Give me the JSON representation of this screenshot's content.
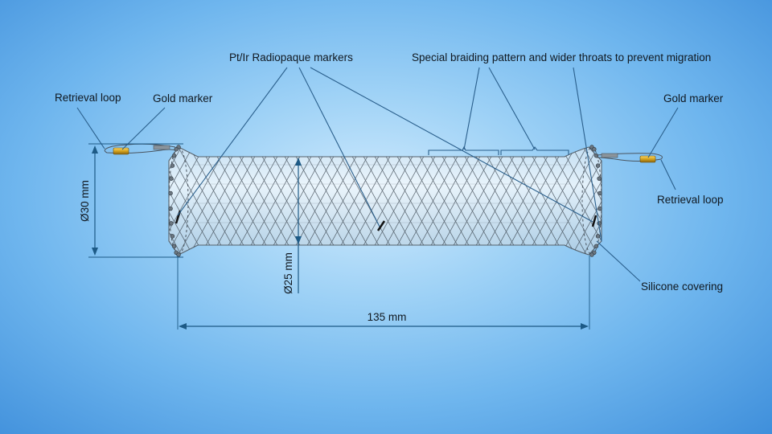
{
  "labels": {
    "pt_ir_markers": "Pt/Ir Radiopaque markers",
    "braiding": "Special braiding pattern and wider throats to prevent migration",
    "retrieval_loop_left": "Retrieval loop",
    "gold_marker_left": "Gold marker",
    "gold_marker_right": "Gold marker",
    "retrieval_loop_right": "Retrieval loop",
    "silicone_covering": "Silicone covering"
  },
  "dimensions": {
    "flare_diameter": "Ø30 mm",
    "body_diameter": "Ø25 mm",
    "length": "135 mm"
  },
  "colors": {
    "leader_line": "#2a5f8c",
    "dimension_line": "#1d5a86",
    "gold": "#d4a21c",
    "wire": "#4a5560"
  }
}
